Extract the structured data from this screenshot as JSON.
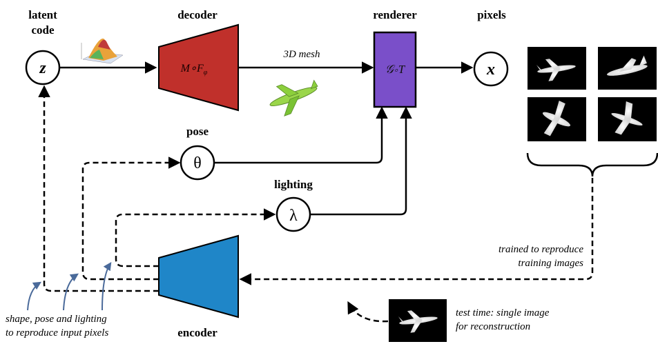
{
  "nodes": {
    "latent_title_line1": "latent",
    "latent_title_line2": "code",
    "latent_symbol": "z",
    "decoder_title": "decoder",
    "decoder_formula": "M∘F",
    "decoder_subscript": "φ",
    "mesh_label": "3D mesh",
    "renderer_title": "renderer",
    "renderer_formula": "𝒢∘T",
    "pixels_title": "pixels",
    "pixels_symbol": "x",
    "pose_title": "pose",
    "pose_symbol": "θ",
    "lighting_title": "lighting",
    "lighting_symbol": "λ",
    "encoder_title": "encoder"
  },
  "annotations": {
    "trained_line1": "trained to reproduce",
    "trained_line2": "training images",
    "test_line1": "test time: single image",
    "test_line2": "for reconstruction",
    "shape_line1": "shape, pose and lighting",
    "shape_line2": "to reproduce input pixels"
  },
  "colors": {
    "decoder_fill": "#c0302b",
    "renderer_fill": "#7a4fc9",
    "encoder_fill": "#1f86c8",
    "stroke": "#000000",
    "pointer_arrow": "#4a6a9a"
  }
}
